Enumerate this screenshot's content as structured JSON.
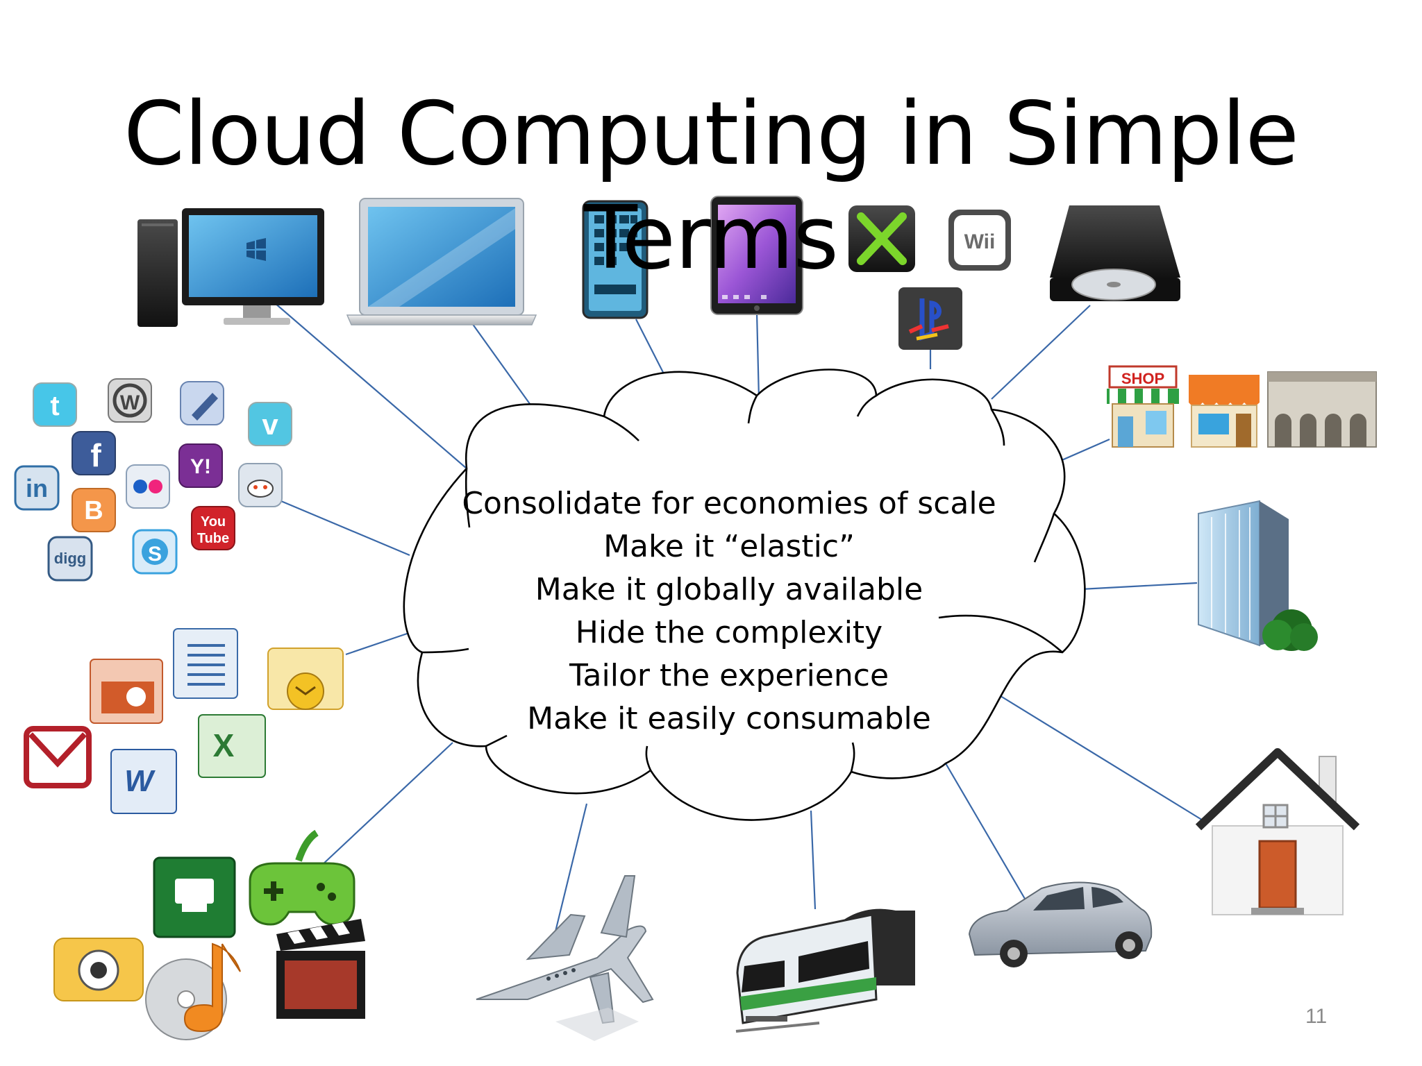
{
  "title": "Cloud Computing in Simple Terms",
  "cloud_lines": [
    "Consolidate for economies of scale",
    "Make it “elastic”",
    "Make it globally available",
    "Hide the complexity",
    "Tailor the experience",
    "Make it easily consumable"
  ],
  "page_number": "11",
  "icon_labels": {
    "wii": "Wii",
    "shop": "SHOP",
    "youtube_top": "You",
    "youtube_bottom": "Tube",
    "yahoo": "Y!",
    "linkedin": "in",
    "digg": "digg",
    "facebook": "f",
    "word": "W",
    "excel": "X"
  },
  "colors": {
    "connector": "#3a68a8",
    "background": "#ffffff",
    "text": "#000000"
  },
  "icons": [
    "desktop-computer-icon",
    "laptop-icon",
    "smartphone-icon",
    "tablet-icon",
    "xbox-icon",
    "wii-icon",
    "playstation-icon",
    "external-drive-icon",
    "shop-icon",
    "storefront-icon",
    "building-icon",
    "office-tower-icon",
    "house-icon",
    "car-icon",
    "train-icon",
    "airplane-icon",
    "social-media-cluster-icon",
    "office-apps-cluster-icon",
    "media-apps-cluster-icon"
  ]
}
